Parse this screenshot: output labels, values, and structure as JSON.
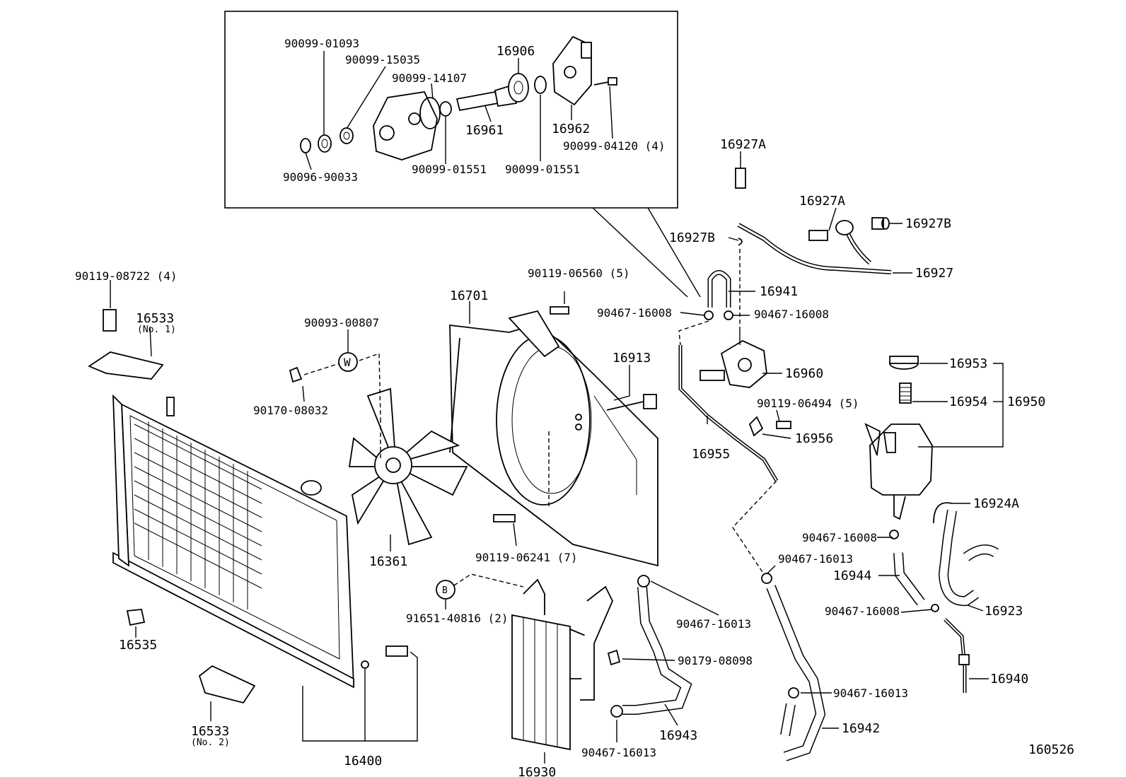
{
  "diagram": {
    "inset_labels": {
      "p1": "90099-01093",
      "p2": "90099-15035",
      "p3": "90099-14107",
      "p4": "16906",
      "p5": "16961",
      "p6": "16962",
      "p7": "90099-04120 (4)",
      "p8": "90096-90033",
      "p9": "90099-01551",
      "p10": "90099-01551"
    },
    "labels": {
      "l_16927A_1": "16927A",
      "l_16927A_2": "16927A",
      "l_16927B_1": "16927B",
      "l_16927B_2": "16927B",
      "l_16927": "16927",
      "l_16941": "16941",
      "l_90467_16008_a": "90467-16008",
      "l_90467_16008_b": "90467-16008",
      "l_90119_06560": "90119-06560 (5)",
      "l_16701": "16701",
      "l_16913": "16913",
      "l_16960": "16960",
      "l_90119_06494": "90119-06494 (5)",
      "l_16956": "16956",
      "l_16955": "16955",
      "l_16953": "16953",
      "l_16954": "16954",
      "l_16950": "16950",
      "l_16924A": "16924A",
      "l_90467_16008_c": "90467-16008",
      "l_90467_16013_a": "90467-16013",
      "l_16944": "16944",
      "l_16923": "16923",
      "l_90467_16008_d": "90467-16008",
      "l_16940": "16940",
      "l_90467_16013_b": "90467-16013",
      "l_16942": "16942",
      "l_90119_08722": "90119-08722 (4)",
      "l_16533_1": "16533",
      "l_no1": "(No. 1)",
      "l_90093_00807": "90093-00807",
      "l_w": "W",
      "l_90170_08032": "90170-08032",
      "l_16361": "16361",
      "l_90119_06241": "90119-06241 (7)",
      "l_b": "B",
      "l_91651_40816": "91651-40816 (2)",
      "l_90467_16013_c": "90467-16013",
      "l_90179_08098": "90179-08098",
      "l_16943": "16943",
      "l_90467_16013_d": "90467-16013",
      "l_16930": "16930",
      "l_16535": "16535",
      "l_16533_2": "16533",
      "l_no2": "(No. 2)",
      "l_16400": "16400",
      "l_fig": "160526"
    }
  }
}
